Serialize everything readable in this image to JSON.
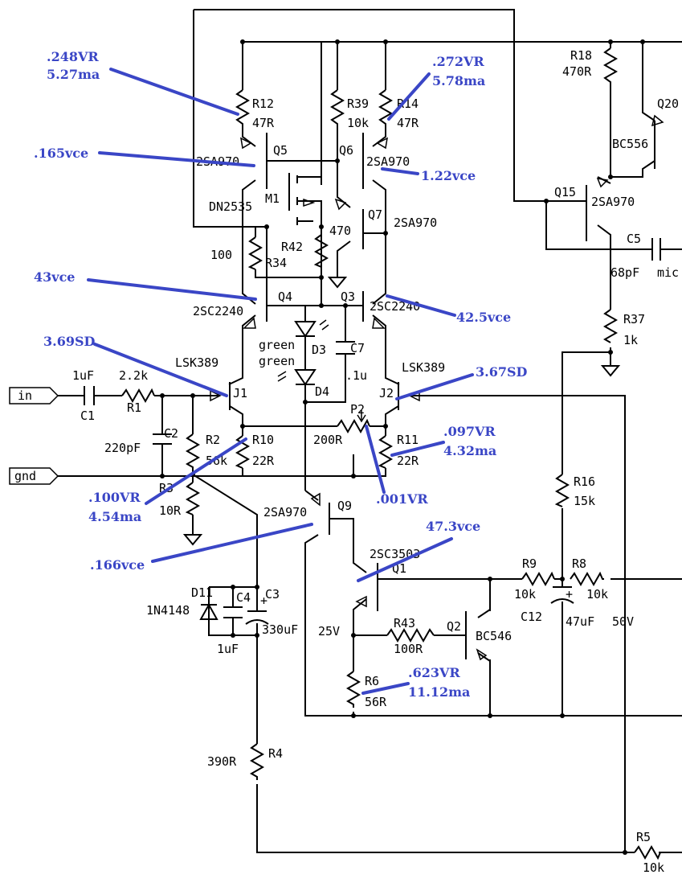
{
  "labels": {
    "R12": "R12",
    "R12v": "47R",
    "R39": "R39",
    "R39v": "10k",
    "R14": "R14",
    "R14v": "47R",
    "R18": "R18",
    "R18v": "470R",
    "Q20": "Q20",
    "Q5": "Q5",
    "Q5t": "2SA970",
    "Q6": "Q6",
    "Q6t": "2SA970",
    "BC556": "BC556",
    "DN2535": "DN2535",
    "M1": "M1",
    "Q7": "Q7",
    "Q7t": "2SA970",
    "Q15": "Q15",
    "Q15t": "2SA970",
    "R42": "R42",
    "R42v": "470",
    "R34": "R34",
    "R34v": "100",
    "C5": "C5",
    "C5v": "68pF",
    "C5m": "mic",
    "Q4": "Q4",
    "Q4t": "2SC2240",
    "Q3": "Q3",
    "Q3t": "2SC2240",
    "R37": "R37",
    "R37v": "1k",
    "D3": "D3",
    "D3a": "green",
    "D3b": "green",
    "C7": "C7",
    "C7v": ".1u",
    "LSK389a": "LSK389",
    "LSK389b": "LSK389",
    "J1": "J1",
    "J2": "J2",
    "D4": "D4",
    "C1": "C1",
    "C1v": "1uF",
    "R1": "R1",
    "R1v": "2.2k",
    "in": "in",
    "gnd": "gnd",
    "C2": "C2",
    "C2v": "220pF",
    "R2": "R2",
    "R2v": "56k",
    "R10": "R10",
    "R10v": "22R",
    "P2": "P2",
    "P2v": "200R",
    "R11": "R11",
    "R11v": "22R",
    "R3": "R3",
    "R3v": "10R",
    "R16": "R16",
    "R16v": "15k",
    "Q9": "Q9",
    "Q9t": "2SA970",
    "Q1": "Q1",
    "Q1t": "2SC3503",
    "D11": "D11",
    "D11t": "1N4148",
    "C4": "C4",
    "C4v": "1uF",
    "C3": "C3",
    "C3v": "330uF",
    "R9": "R9",
    "R9v": "10k",
    "R8": "R8",
    "R8v": "10k",
    "C12": "C12",
    "C12v": "47uF",
    "C12r": "50V",
    "v25": "25V",
    "R43": "R43",
    "R43v": "100R",
    "Q2": "Q2",
    "Q2t": "BC546",
    "R6": "R6",
    "R6v": "56R",
    "R4": "R4",
    "R4v": "390R",
    "R5": "R5",
    "R5v": "10k"
  },
  "annotations": {
    "a1a": ".248VR",
    "a1b": "5.27ma",
    "a2a": ".272VR",
    "a2b": "5.78ma",
    "a3": ".165vce",
    "a4": "1.22vce",
    "a5": "43vce",
    "a6": "42.5vce",
    "a7": "3.69SD",
    "a8": "3.67SD",
    "a9a": ".097VR",
    "a9b": "4.32ma",
    "a10a": ".100VR",
    "a10b": "4.54ma",
    "a11": ".001VR",
    "a12": ".166vce",
    "a13": "47.3vce",
    "a14a": ".623VR",
    "a14b": "11.12ma"
  },
  "colors": {
    "wire": "#000000",
    "annotation": "#3a46c6"
  }
}
